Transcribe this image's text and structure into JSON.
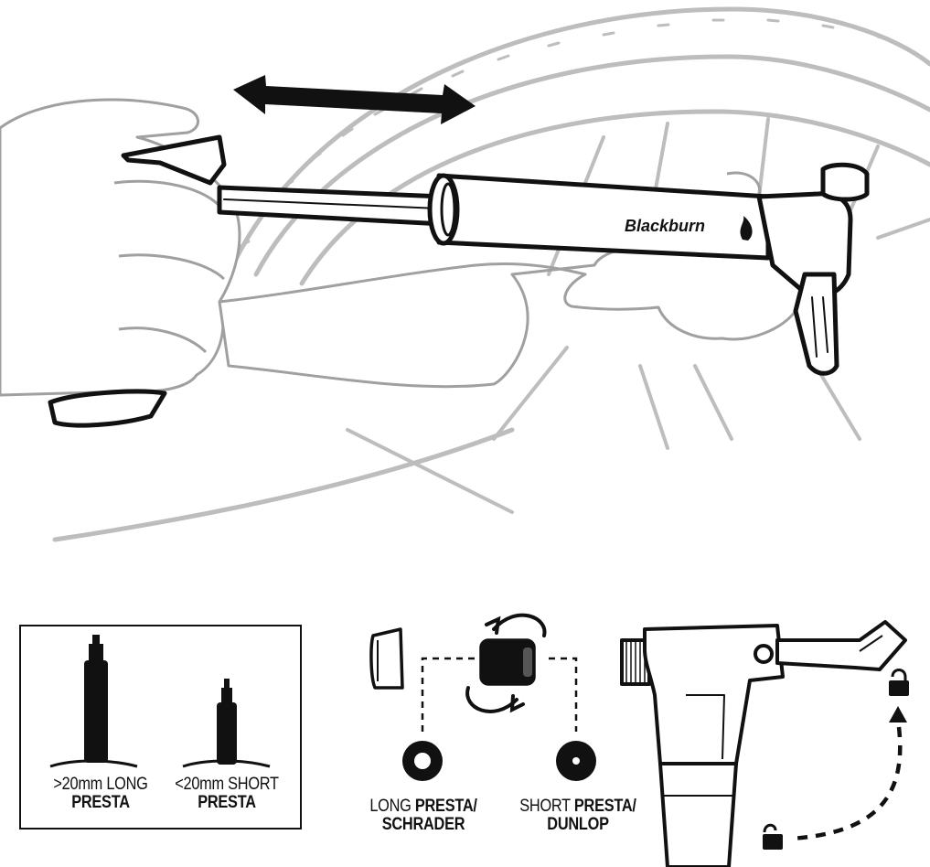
{
  "brand": {
    "text": "Blackburn"
  },
  "valve_box": {
    "long": {
      "prefix": ">20mm LONG",
      "type": "PRESTA"
    },
    "short": {
      "prefix": "<20mm SHORT",
      "type": "PRESTA"
    }
  },
  "setup": {
    "long_option": {
      "prefix": "LONG ",
      "type": "PRESTA/",
      "type2": "SCHRADER"
    },
    "short_option": {
      "prefix": "SHORT ",
      "type": "PRESTA/",
      "type2": "DUNLOP"
    }
  },
  "icons": [
    "double-arrow-icon",
    "rotate-arrow-icon",
    "lock-icon",
    "unlock-icon",
    "up-arrow-icon"
  ],
  "colors": {
    "ink": "#111111",
    "wheel": "#bdbdbd",
    "hand": "#9a9a9a"
  }
}
